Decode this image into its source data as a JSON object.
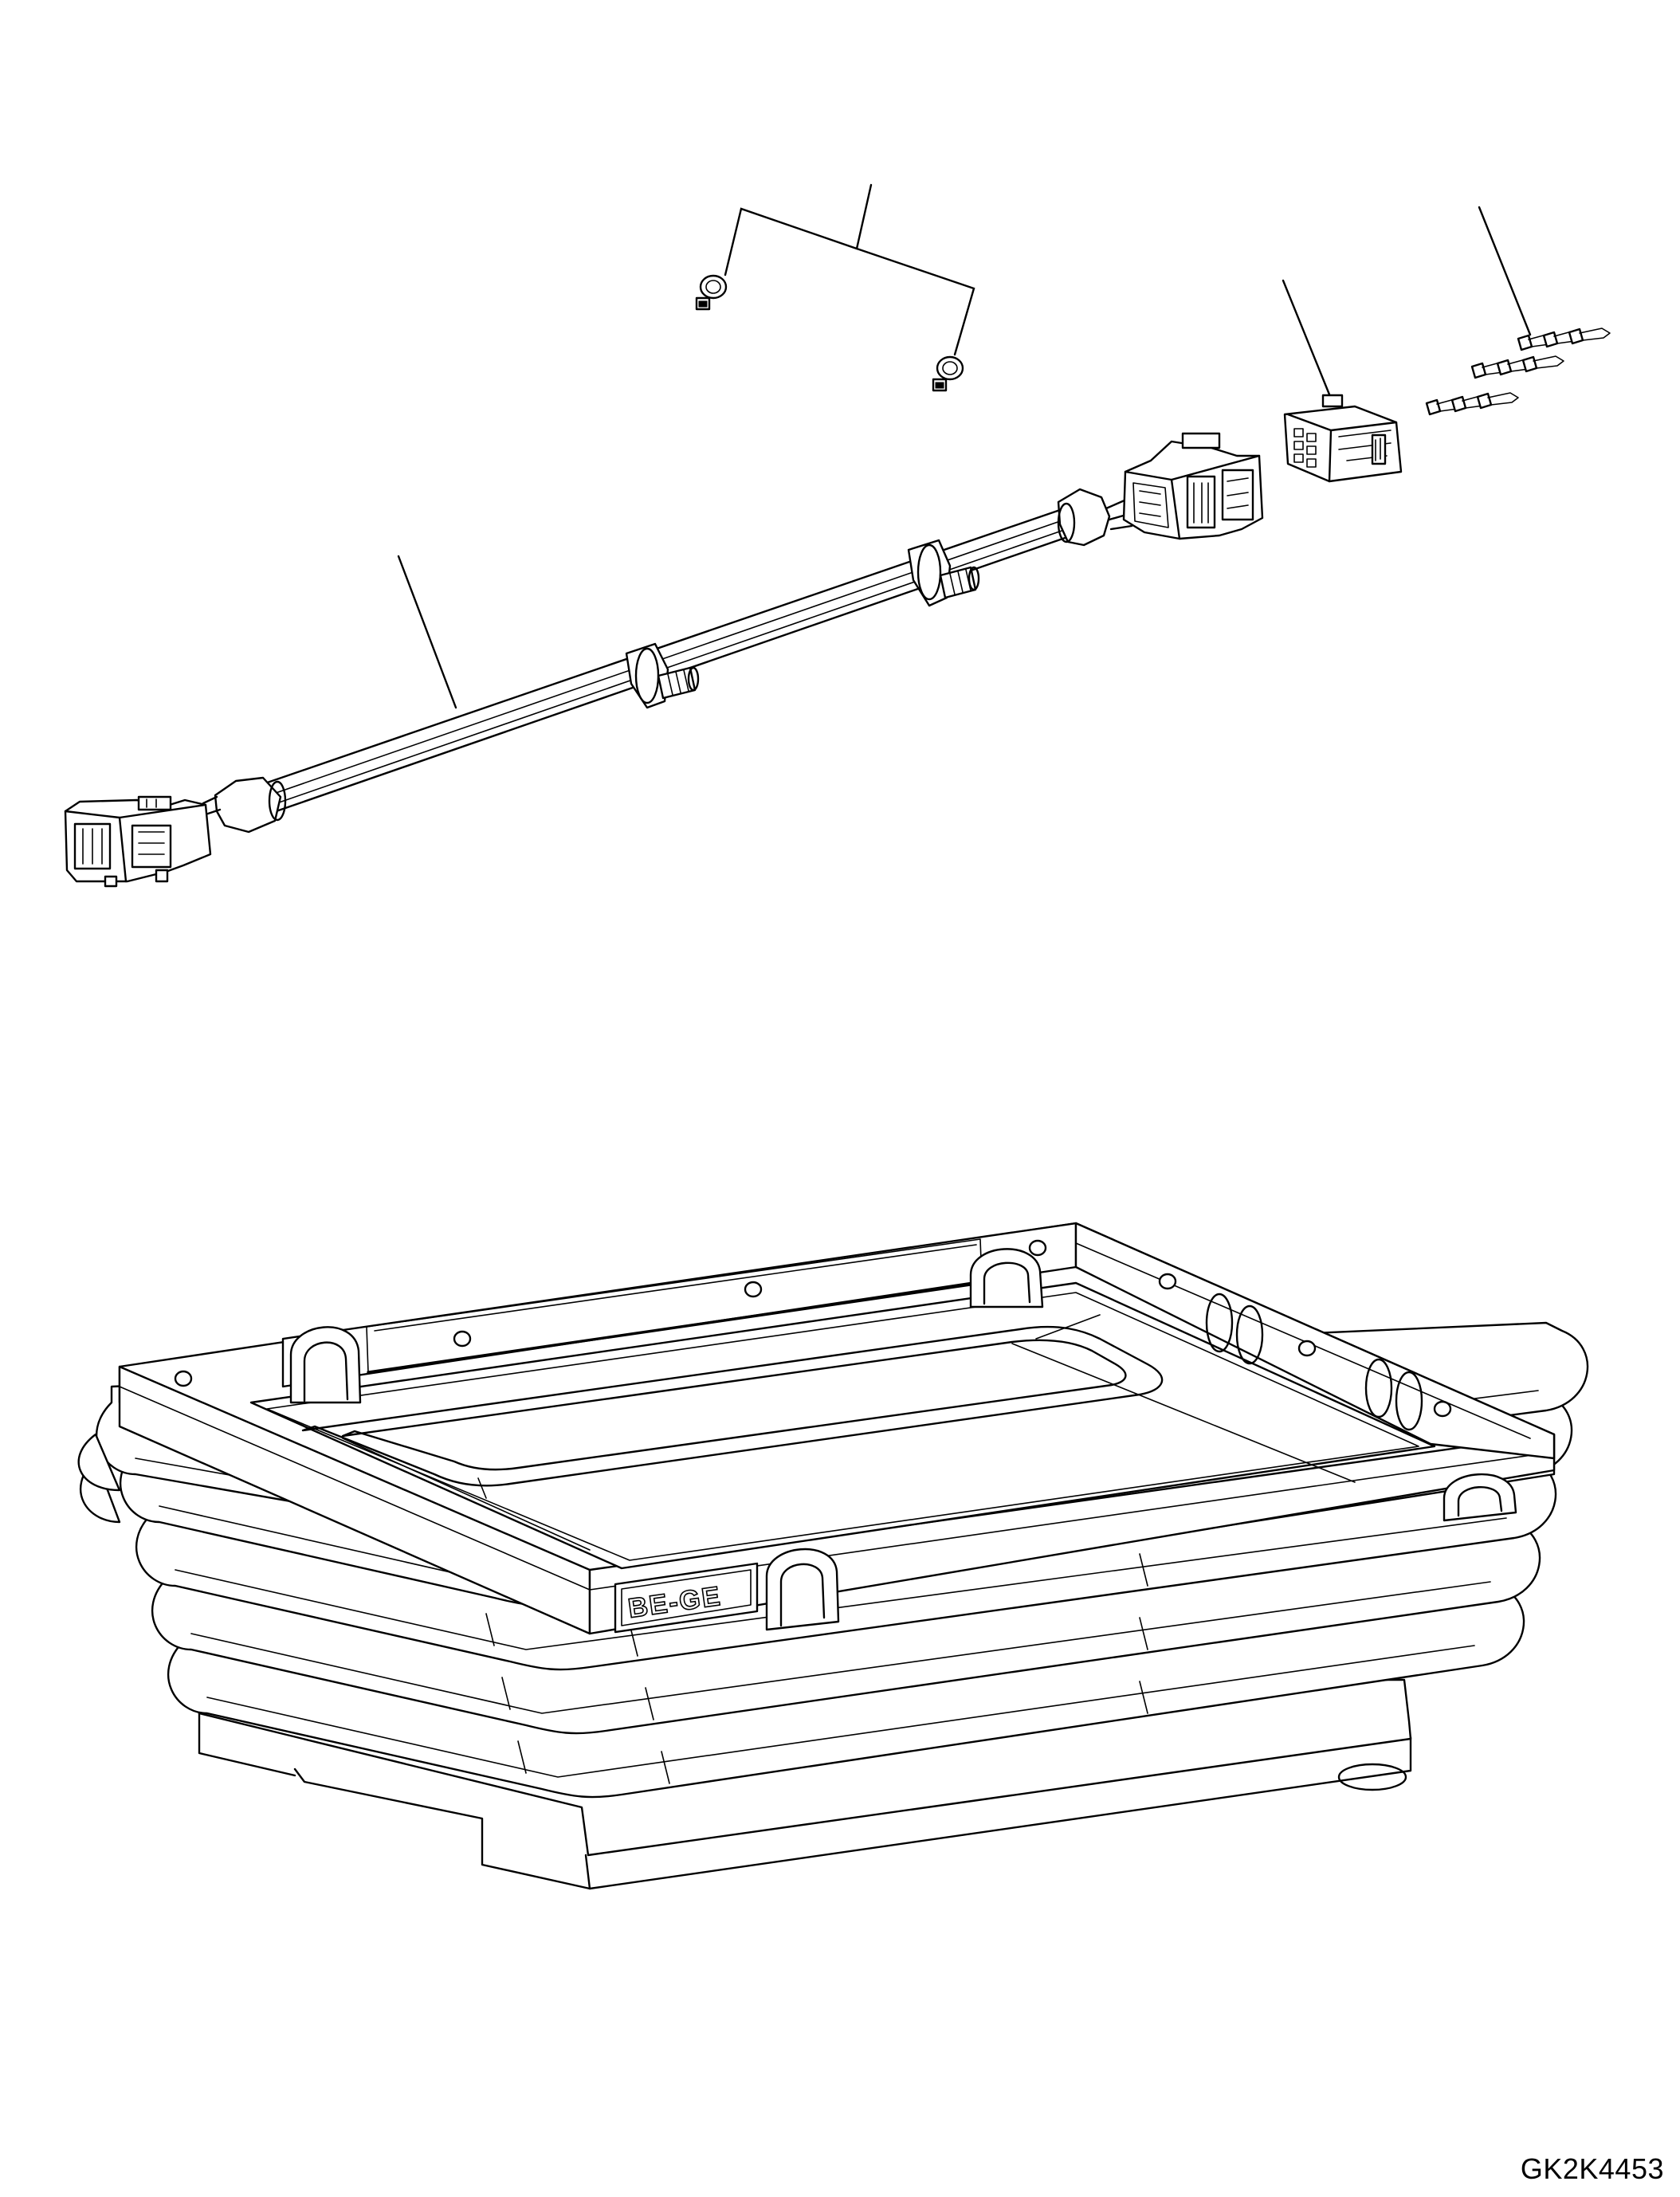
{
  "drawing": {
    "code": "GK2K4453",
    "nameplate_text": "BE-GE",
    "colors": {
      "ink": "#000000",
      "paper": "#ffffff"
    }
  },
  "parts": [
    {
      "id": "cable-ties",
      "icon": "cable-tie-icon",
      "quantity": 2
    },
    {
      "id": "harness",
      "icon": "wiring-harness-icon"
    },
    {
      "id": "connector-housing",
      "icon": "connector-housing-icon"
    },
    {
      "id": "terminals",
      "icon": "crimp-terminal-icon",
      "quantity": 9
    },
    {
      "id": "bellows-cover",
      "icon": "bellows-cover-icon"
    }
  ]
}
